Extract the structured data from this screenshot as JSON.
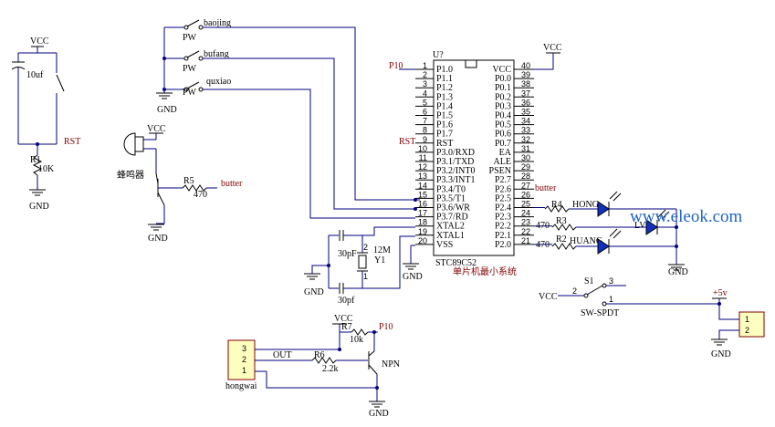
{
  "labels": {
    "vcc": "VCC",
    "gnd": "GND",
    "cap_10uf": "10uf",
    "r1": "R1",
    "r1_val": "10K",
    "rst": "RST",
    "rst_mcu": "RST",
    "pw": "PW",
    "baojing": "baojing",
    "bufang": "bufang",
    "quxiao": "quxiao",
    "buzzer": "蜂鸣器",
    "r5": "R5",
    "r5_val": "470",
    "butter": "butter",
    "p10": "P10",
    "mcu_ref": "U?",
    "mcu_name": "STC89C52",
    "mcu_caption": "单片机最小系统",
    "c_30pf_top": "30pF",
    "c_30pf_bot": "30pf",
    "crystal": "12M",
    "y1": "Y1",
    "r4": "R4",
    "r3": "R3",
    "r2": "R2",
    "r_470": "470",
    "hong": "HONG",
    "lv": "LV",
    "huang": "HUANG",
    "watermark": "www.eleok.com",
    "s1": "S1",
    "sw_spdt": "SW-SPDT",
    "vcc_sw": "VCC",
    "plus5v": "+5v",
    "r7": "R7",
    "r7_val": "10k",
    "r6": "R6",
    "r6_val": "2.2k",
    "out": "OUT",
    "npn": "NPN",
    "hongwai": "hongwai",
    "p10b": "P10"
  },
  "mcu_left_pins": [
    {
      "num": "1",
      "name": "P1.0"
    },
    {
      "num": "2",
      "name": "P1.1"
    },
    {
      "num": "3",
      "name": "P1.2"
    },
    {
      "num": "4",
      "name": "P1.3"
    },
    {
      "num": "5",
      "name": "P1.4"
    },
    {
      "num": "6",
      "name": "P1.5"
    },
    {
      "num": "7",
      "name": "P1.6"
    },
    {
      "num": "8",
      "name": "P1.7"
    },
    {
      "num": "9",
      "name": "RST"
    },
    {
      "num": "10",
      "name": "P3.0/RXD"
    },
    {
      "num": "11",
      "name": "P3.1/TXD"
    },
    {
      "num": "12",
      "name": "P3.2/INT0"
    },
    {
      "num": "13",
      "name": "P3.3/INT1"
    },
    {
      "num": "14",
      "name": "P3.4/T0"
    },
    {
      "num": "15",
      "name": "P3.5/T1"
    },
    {
      "num": "16",
      "name": "P3.6/WR"
    },
    {
      "num": "17",
      "name": "P3.7/RD"
    },
    {
      "num": "18",
      "name": "XTAL2"
    },
    {
      "num": "19",
      "name": "XTAL1"
    },
    {
      "num": "20",
      "name": "VSS"
    }
  ],
  "mcu_right_pins": [
    {
      "num": "40",
      "name": "VCC"
    },
    {
      "num": "39",
      "name": "P0.0"
    },
    {
      "num": "38",
      "name": "P0.1"
    },
    {
      "num": "37",
      "name": "P0.2"
    },
    {
      "num": "36",
      "name": "P0.3"
    },
    {
      "num": "35",
      "name": "P0.4"
    },
    {
      "num": "34",
      "name": "P0.5"
    },
    {
      "num": "33",
      "name": "P0.6"
    },
    {
      "num": "32",
      "name": "P0.7"
    },
    {
      "num": "31",
      "name": "EA"
    },
    {
      "num": "30",
      "name": "ALE"
    },
    {
      "num": "29",
      "name": "PSEN"
    },
    {
      "num": "28",
      "name": "P2.7"
    },
    {
      "num": "27",
      "name": "P2.6"
    },
    {
      "num": "26",
      "name": "P2.5"
    },
    {
      "num": "25",
      "name": "P2.4"
    },
    {
      "num": "24",
      "name": "P2.3"
    },
    {
      "num": "23",
      "name": "P2.2"
    },
    {
      "num": "22",
      "name": "P2.1"
    },
    {
      "num": "21",
      "name": "P2.0"
    }
  ],
  "connector_pins": [
    "3",
    "2",
    "1"
  ],
  "power_connector_pins": [
    "1",
    "2"
  ],
  "switch_pins": [
    "2",
    "3",
    "1"
  ],
  "crystal_pins": [
    "2",
    "1"
  ]
}
